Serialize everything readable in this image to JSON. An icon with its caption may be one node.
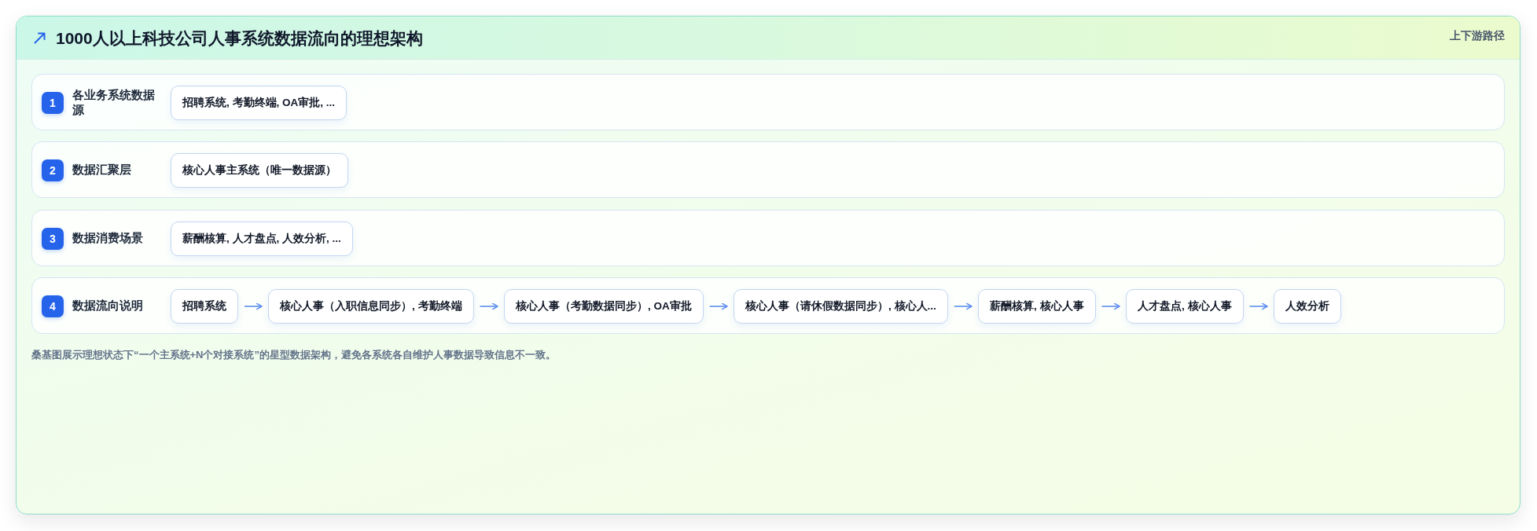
{
  "diagram": {
    "title": "1000人以上科技公司人事系统数据流向的理想架构",
    "caption": "桑基图展示理想状态下“一个主系统+N个对接系统”的星型数据架构，避免各系统各自维护人事数据导致信息不一致。",
    "nodes": [
      {
        "text": [
          "各业务系统数据源"
        ]
      },
      {
        "text": [
          "1"
        ],
        "in": 0
      },
      {
        "text": [
          "招聘系统, 考勤终端, OA审批, ..."
        ],
        "in": 0
      },
      {
        "text": [
          "数据汇聚层"
        ]
      },
      {
        "text": [
          "2"
        ],
        "in": 3
      },
      {
        "text": [
          "核心人事主系统（唯一数据源）"
        ],
        "in": 3
      },
      {
        "text": [
          "数据消费场景"
        ]
      },
      {
        "text": [
          "3"
        ],
        "in": 6
      },
      {
        "text": [
          "薪酬核算, 人才盘点, 人效分析, ..."
        ],
        "in": 6
      },
      {
        "text": [
          "数据流向说明"
        ]
      },
      {
        "text": [
          "4"
        ],
        "in": 9
      },
      {
        "text": [
          "招聘系统"
        ],
        "in": 9
      },
      {
        "text": [
          "核心人事（入职信息同步）, 考勤终端"
        ],
        "in": 9
      },
      {
        "text": [
          "核心人事（考勤数据同步）, OA审批"
        ],
        "in": 9
      },
      {
        "text": [
          "核心人事（请休假数据同步）, 核心人..."
        ],
        "in": 9
      },
      {
        "text": [
          "薪酬核算, 核心人事"
        ],
        "in": 9
      },
      {
        "text": [
          "人才盘点, 核心人事"
        ],
        "in": 9
      },
      {
        "text": [
          "人效分析"
        ],
        "in": 9
      }
    ],
    "edges": [
      {
        "from": 11,
        "to": 12,
        "arrow": "to"
      },
      {
        "from": 12,
        "to": 13,
        "arrow": "to"
      },
      {
        "from": 13,
        "to": 14,
        "arrow": "to"
      },
      {
        "from": 14,
        "to": 15,
        "arrow": "to"
      },
      {
        "from": 15,
        "to": 16,
        "arrow": "to"
      },
      {
        "from": 16,
        "to": 17,
        "arrow": "to"
      }
    ],
    "labels": [
      "上下游路径"
    ]
  }
}
